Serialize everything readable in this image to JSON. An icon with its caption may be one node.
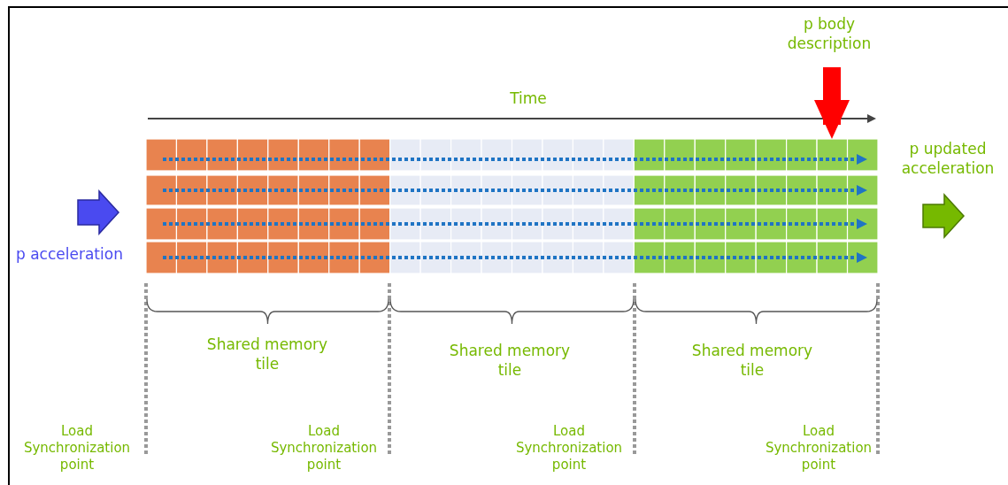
{
  "diagram": {
    "nodes": [
      {
        "text": [
          "p acceleration"
        ]
      },
      {
        "text": [
          "p body description"
        ]
      },
      {
        "text": [
          "p updated acceleration"
        ]
      },
      {
        "text": [],
        "shape": "box"
      }
    ],
    "edges": [
      {
        "from": 1,
        "to": 3,
        "arrow": "to",
        "color": "#ff0000"
      }
    ],
    "labels": [
      "Time",
      "Shared memory tile",
      "Shared memory tile",
      "Shared memory tile",
      "Load Synchronization point",
      "Load Synchronization point",
      "Load Synchronization point",
      "Load Synchronization point"
    ]
  }
}
